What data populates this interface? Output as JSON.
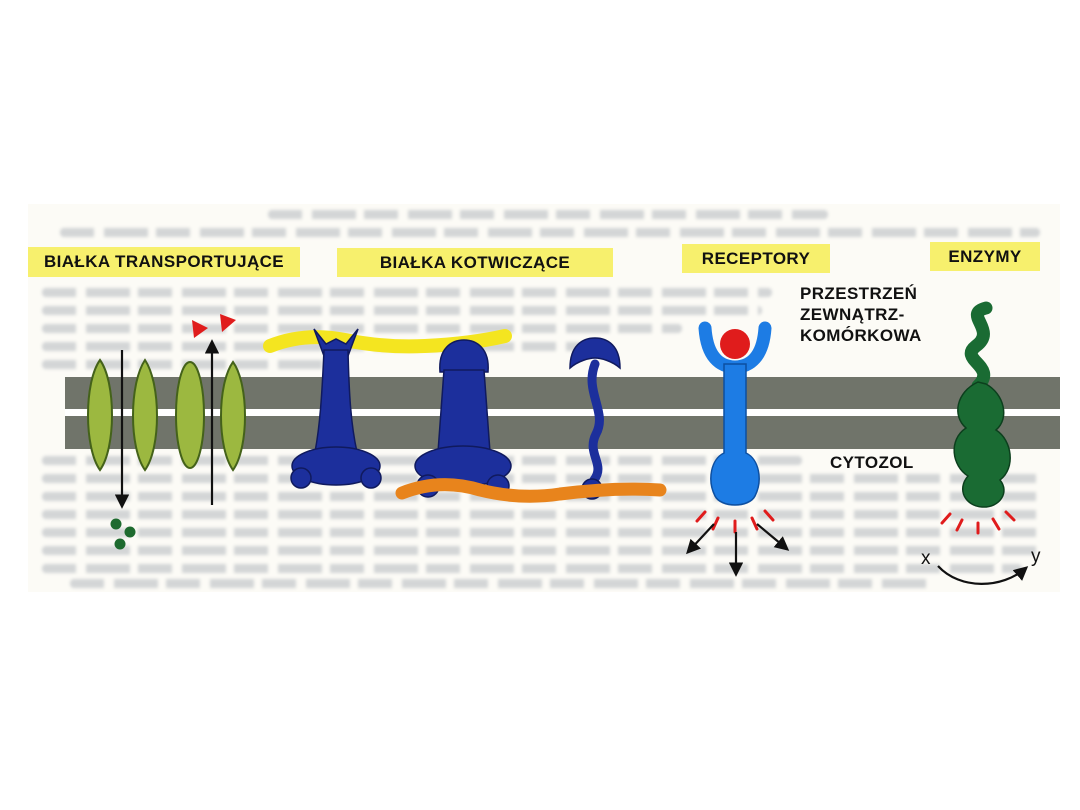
{
  "headings": {
    "transport": "BIAŁKA TRANSPORTUJĄCE",
    "anchoring": "BIAŁKA KOTWICZĄCE",
    "receptors": "RECEPTORY",
    "enzymes": "ENZYMY"
  },
  "regions": {
    "extracellular_line1": "PRZESTRZEŃ",
    "extracellular_line2": "ZEWNĄTRZ-",
    "extracellular_line3": "KOMÓRKOWA",
    "cytosol": "CYTOZOL"
  },
  "enzyme_labels": {
    "substrate": "x",
    "product": "y"
  },
  "colors": {
    "highlight": "#f7f06d",
    "scan-bg": "#fcfbf6",
    "membrane": "#70746a",
    "membrane-stripe": "#ffffff",
    "transport-green": "#9cb840",
    "transport-outline": "#44621a",
    "dot-green": "#1e6b2f",
    "anchor-blue": "#1c2f9c",
    "anchor-outline": "#101a5e",
    "filament-yellow": "#f4e520",
    "filament-orange": "#e8841c",
    "receptor-blue": "#1d7ce4",
    "ligand-red": "#e01c1c",
    "signal-red": "#e01c1c",
    "enzyme-green": "#1a6b33",
    "ink": "#111111"
  }
}
